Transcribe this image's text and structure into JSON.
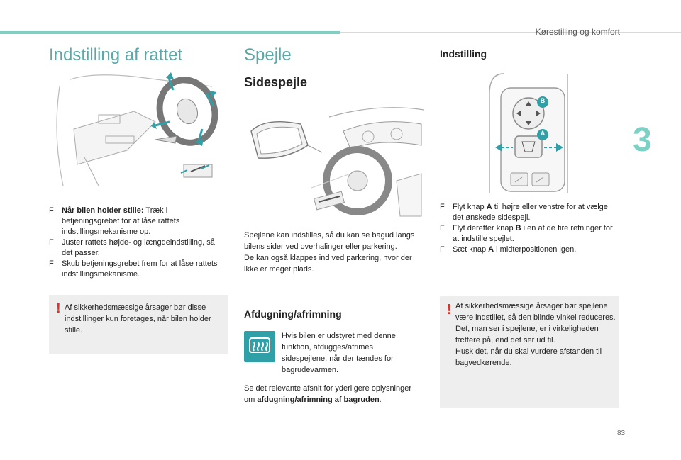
{
  "header": {
    "title": "Kørestilling og komfort",
    "chapter": "3",
    "page_number": "83"
  },
  "colors": {
    "accent": "#7fd0c4",
    "heading_teal": "#5aa8a8",
    "warning_red": "#e0302a",
    "panel_bg": "#eeeeee",
    "icon_teal": "#2f9fa8"
  },
  "col1": {
    "title": "Indstilling af rattet",
    "bullets": [
      {
        "marker": "F",
        "bold": "Når bilen holder stille:",
        "text": " Træk i betjeningsgrebet for at låse rattets indstillingsmekanisme op."
      },
      {
        "marker": "F",
        "bold": "",
        "text": "Juster rattets højde- og længdeindstilling, så det passer."
      },
      {
        "marker": "F",
        "bold": "",
        "text": "Skub betjeningsgrebet frem for at låse rattets indstillingsmekanisme."
      }
    ],
    "warning": "Af sikkerhedsmæssige årsager bør disse indstillinger kun foretages, når bilen holder stille."
  },
  "col2": {
    "title": "Spejle",
    "subtitle": "Sidespejle",
    "paragraph1": "Spejlene kan indstilles, så du kan se bagud langs bilens sider ved overhalinger eller parkering.",
    "paragraph2": "De kan også klappes ind ved parkering, hvor der ikke er meget plads.",
    "defrost_title": "Afdugning/afrimning",
    "defrost_text": "Hvis bilen er udstyret med denne funktion, afdugges/afrimes sidespejlene, når der tændes for bagrudevarmen.",
    "see_text": "Se det relevante afsnit for yderligere oplysninger om ",
    "see_bold": "afdugning/afrimning af bagruden",
    "see_end": "."
  },
  "col3": {
    "title": "Indstilling",
    "label_a": "A",
    "label_b": "B",
    "bullets": [
      {
        "marker": "F",
        "pre": "Flyt knap ",
        "key": "A",
        "post": " til højre eller venstre for at vælge det ønskede sidespejl."
      },
      {
        "marker": "F",
        "pre": "Flyt derefter knap ",
        "key": "B",
        "post": " i en af de fire retninger for at indstille spejlet."
      },
      {
        "marker": "F",
        "pre": "Sæt knap ",
        "key": "A",
        "post": " i midterpositionen igen."
      }
    ],
    "warning": [
      "Af sikkerhedsmæssige årsager bør spejlene være indstillet, så den blinde vinkel reduceres.",
      "Det, man ser i spejlene, er i virkeligheden tættere på, end det ser ud til.",
      "Husk det, når du skal vurdere afstanden til bagvedkørende."
    ]
  }
}
